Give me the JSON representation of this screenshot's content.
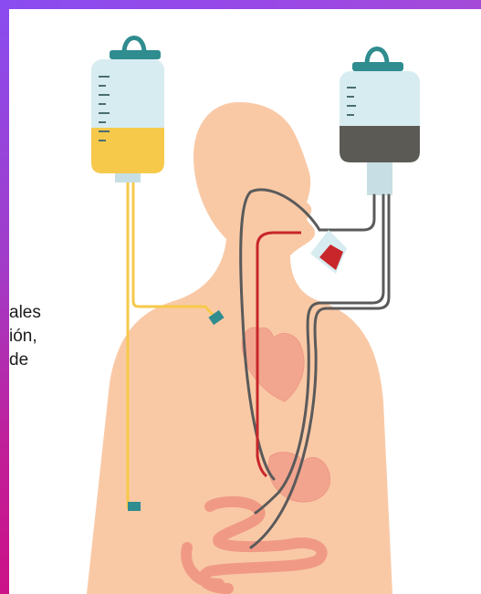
{
  "text_fragment": {
    "line1": "ales",
    "line2": "ión,",
    "line3": "de"
  },
  "colors": {
    "gradient_top": "#8a4cf0",
    "gradient_bottom": "#cc1288",
    "skin": "#f9c9a6",
    "organ": "#f2a08c",
    "nutrition_fluid": "#f6c94a",
    "drainage_fluid": "#5c5a55",
    "bag": "#d7ecf0",
    "bag_cap": "#2f8c8f",
    "blood_tube": "#c8262b",
    "drain_tube": "#5a5a5a"
  },
  "icons": {
    "illustration": "enteral-feeding-illustration"
  }
}
